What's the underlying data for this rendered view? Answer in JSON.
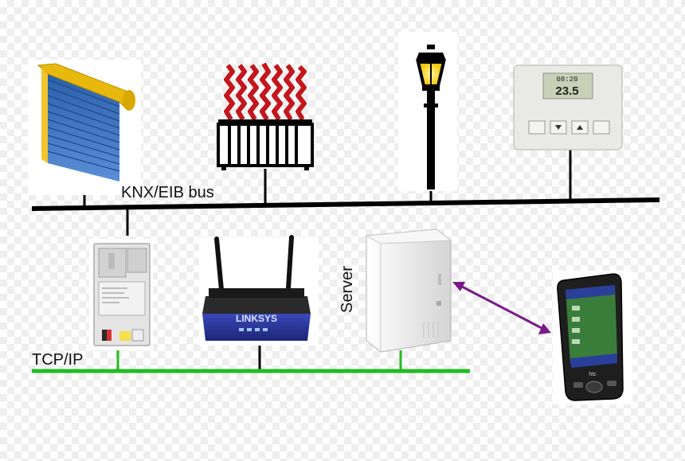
{
  "labels": {
    "knx_bus": "KNX/EIB bus",
    "tcp_ip": "TCP/IP",
    "server": "Server"
  },
  "device_text": {
    "router_brand": "LINKSYS",
    "thermostat_time": "08:20",
    "thermostat_temp": "23.5",
    "pda_brand": "htc"
  },
  "colors": {
    "knx_bus_line": "#000000",
    "tcp_ip_line": "#22bb22",
    "wireless_link": "#7a1a8a",
    "heater_flames": "#c4161c",
    "shutter_frame": "#e8b90c",
    "shutter_slats": "#3d6fb5",
    "router_body": "#2e3a9e",
    "lamp_light": "#ffe14a"
  },
  "icons": {
    "shutter": "roller-shutter-icon",
    "heater": "heater-icon",
    "lamp": "street-lamp-icon",
    "thermostat": "thermostat-icon",
    "gateway": "knx-ip-gateway-icon",
    "router": "wireless-router-icon",
    "server": "server-icon",
    "pda": "pda-icon"
  }
}
